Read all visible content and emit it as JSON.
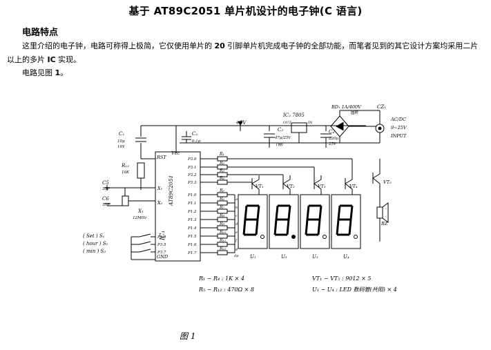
{
  "doc": {
    "title": "基于 AT89C2051 单片机设计的电子钟(C 语言)",
    "section_heading": "电路特点",
    "paragraph": {
      "p1": "这里介绍的电子钟，电路可称得上极简，它仅使用单片的 ",
      "n20": "20",
      "p2": " 引脚单片机完成电子钟的全部功能，而笔者见到的其它设计方案均采用二片以上的多片 ",
      "ic": "IC",
      "p3": " 实现。"
    },
    "figure_ref": {
      "prefix": "电路见图 ",
      "num": "1",
      "suffix": "。"
    }
  },
  "schematic": {
    "figure_caption": "图 1",
    "chip": {
      "name": "AT89C2051",
      "ref": "IC₁",
      "vcc": "Vcc",
      "rst": "RST",
      "gnd": "GND",
      "x1": "X₁",
      "x2": "X₂",
      "pins_top": [
        "P3.0",
        "P3.1",
        "P3.2",
        "P3.3"
      ],
      "pins_port1": [
        "P1.0",
        "P1.1",
        "P1.2",
        "P1.3",
        "P1.4",
        "P1.5",
        "P1.6",
        "P1.7"
      ],
      "pins_sw": [
        "P3.4",
        "P3.5",
        "P3.7"
      ]
    },
    "supply": {
      "vplus": "+5V",
      "ic2": "IC₂  7805",
      "ic2_out": "OUT",
      "ic2_in": "IN",
      "bd": "BD₁ 1A/400V",
      "bd2": "圆桥",
      "cz": "CZ₁",
      "input1": "AC/DC",
      "input2": "9~25V",
      "input3": "INPUT"
    },
    "caps": {
      "c1": "C₁",
      "c1v1": "10μ",
      "c1v2": "16V",
      "c2": "C₂",
      "c2v": "0.1μ",
      "c3": "C₃",
      "c3v1": "47μ/25V",
      "c3v2": "(钽)",
      "c4": "C₄",
      "c4v1": "220μ",
      "c4v2": "25V",
      "c5": "C5",
      "c5v": "33P",
      "c6": "C6",
      "c6v": "33P"
    },
    "r13": "R₁₃",
    "r13v": "10K",
    "xtal": "X₁",
    "xtalv": "12MHz",
    "res_top": [
      "R₁",
      "R₂",
      "R₃",
      "R₄"
    ],
    "res_seg": [
      "R₅",
      "R₆",
      "R₇",
      "R₈",
      "R₉",
      "R₁₀",
      "R₁₁",
      "R₁₂"
    ],
    "seg_letters": [
      "a",
      "b",
      "c",
      "d",
      "e",
      "f",
      "g",
      "dp"
    ],
    "transistors": [
      "VT₁",
      "VT₂",
      "VT₃",
      "VT₄",
      "VT₅"
    ],
    "displays": [
      "U₁",
      "U₂",
      "U₃",
      "U₄"
    ],
    "buzzer": "BZ",
    "switches": [
      {
        "label": "( Set ) S₁"
      },
      {
        "label": "( hour ) S₂"
      },
      {
        "label": "( min ) S₃"
      }
    ],
    "notes": {
      "n1": "R₁ ~ R₄ : 1K × 4",
      "n2": "R₅ ~ R₁₂ : 470Ω × 8",
      "n3": "VT₁ ~ VT₅ : 9012 × 5",
      "n4": "U₁ ~ U₄ : LED 数码管(共阳) × 4"
    }
  }
}
